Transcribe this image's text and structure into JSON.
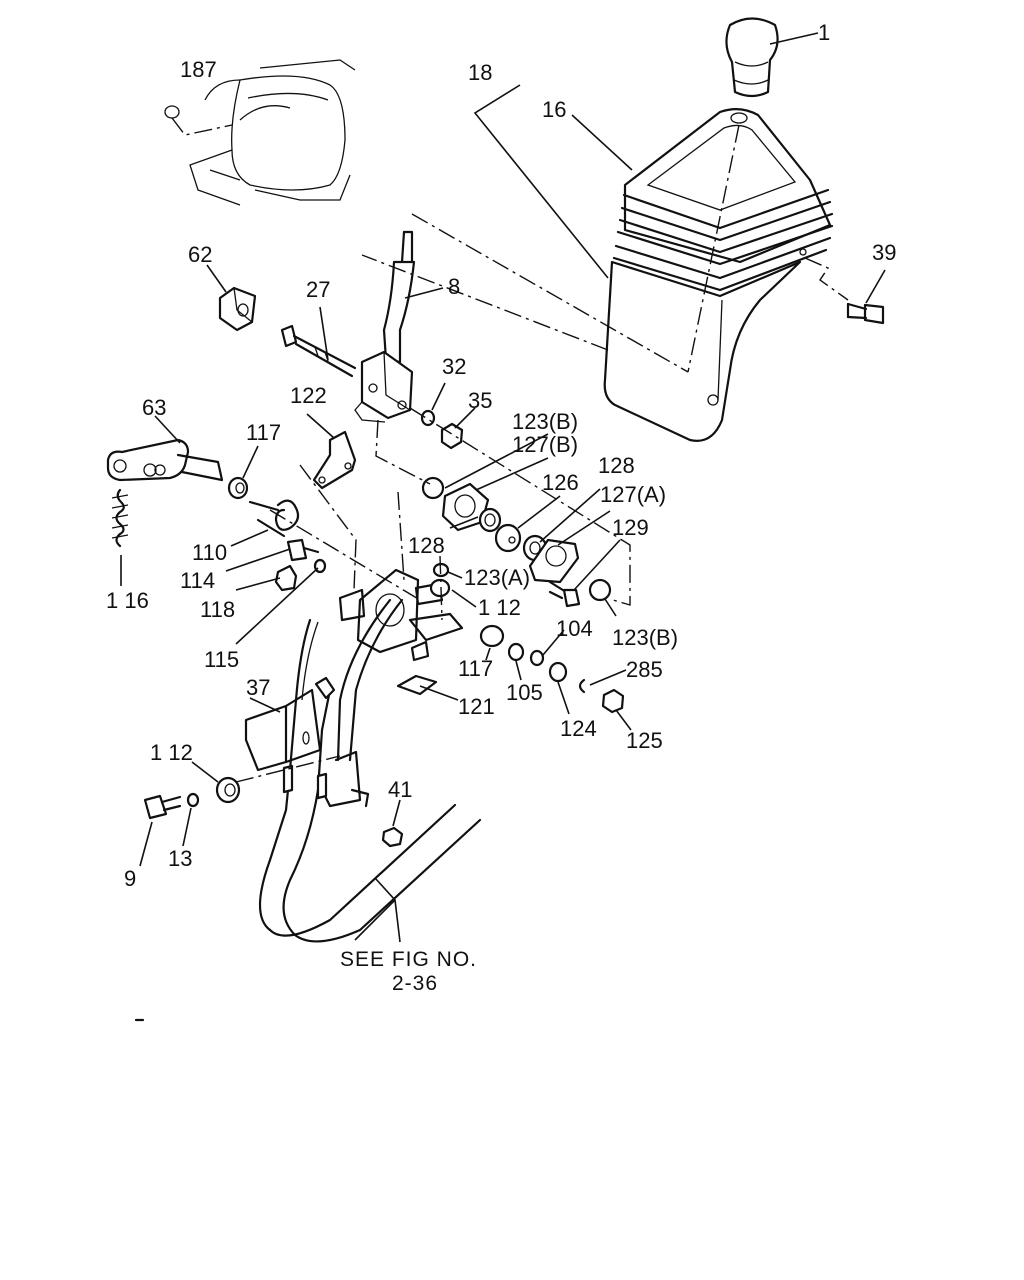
{
  "callouts": [
    {
      "id": "c1",
      "text": "1"
    },
    {
      "id": "c187",
      "text": "187"
    },
    {
      "id": "c18",
      "text": "18"
    },
    {
      "id": "c16",
      "text": "16"
    },
    {
      "id": "c39",
      "text": "39"
    },
    {
      "id": "c62",
      "text": "62"
    },
    {
      "id": "c27",
      "text": "27"
    },
    {
      "id": "c8",
      "text": "8"
    },
    {
      "id": "c32",
      "text": "32"
    },
    {
      "id": "c35",
      "text": "35"
    },
    {
      "id": "c122",
      "text": "122"
    },
    {
      "id": "c63",
      "text": "63"
    },
    {
      "id": "c117a",
      "text": "117"
    },
    {
      "id": "c123b1",
      "text": "123(B)"
    },
    {
      "id": "c127b",
      "text": "127(B)"
    },
    {
      "id": "c128a",
      "text": "128"
    },
    {
      "id": "c126",
      "text": "126"
    },
    {
      "id": "c127a",
      "text": "127(A)"
    },
    {
      "id": "c128b",
      "text": "128"
    },
    {
      "id": "c129",
      "text": "129"
    },
    {
      "id": "c110",
      "text": "110"
    },
    {
      "id": "c114",
      "text": "114"
    },
    {
      "id": "c118",
      "text": "118"
    },
    {
      "id": "c116",
      "text": "1 16"
    },
    {
      "id": "c123a",
      "text": "123(A)"
    },
    {
      "id": "c112a",
      "text": "1 12"
    },
    {
      "id": "c123b2",
      "text": "123(B)"
    },
    {
      "id": "c104",
      "text": "104"
    },
    {
      "id": "c115",
      "text": "115"
    },
    {
      "id": "c117b",
      "text": "117"
    },
    {
      "id": "c105",
      "text": "105"
    },
    {
      "id": "c285",
      "text": "285"
    },
    {
      "id": "c37",
      "text": "37"
    },
    {
      "id": "c121",
      "text": "121"
    },
    {
      "id": "c124",
      "text": "124"
    },
    {
      "id": "c125",
      "text": "125"
    },
    {
      "id": "c112b",
      "text": "1 12"
    },
    {
      "id": "c41",
      "text": "41"
    },
    {
      "id": "c9",
      "text": "9"
    },
    {
      "id": "c13",
      "text": "13"
    }
  ],
  "note": {
    "line1": "SEE FIG NO.",
    "line2": "2-36"
  }
}
